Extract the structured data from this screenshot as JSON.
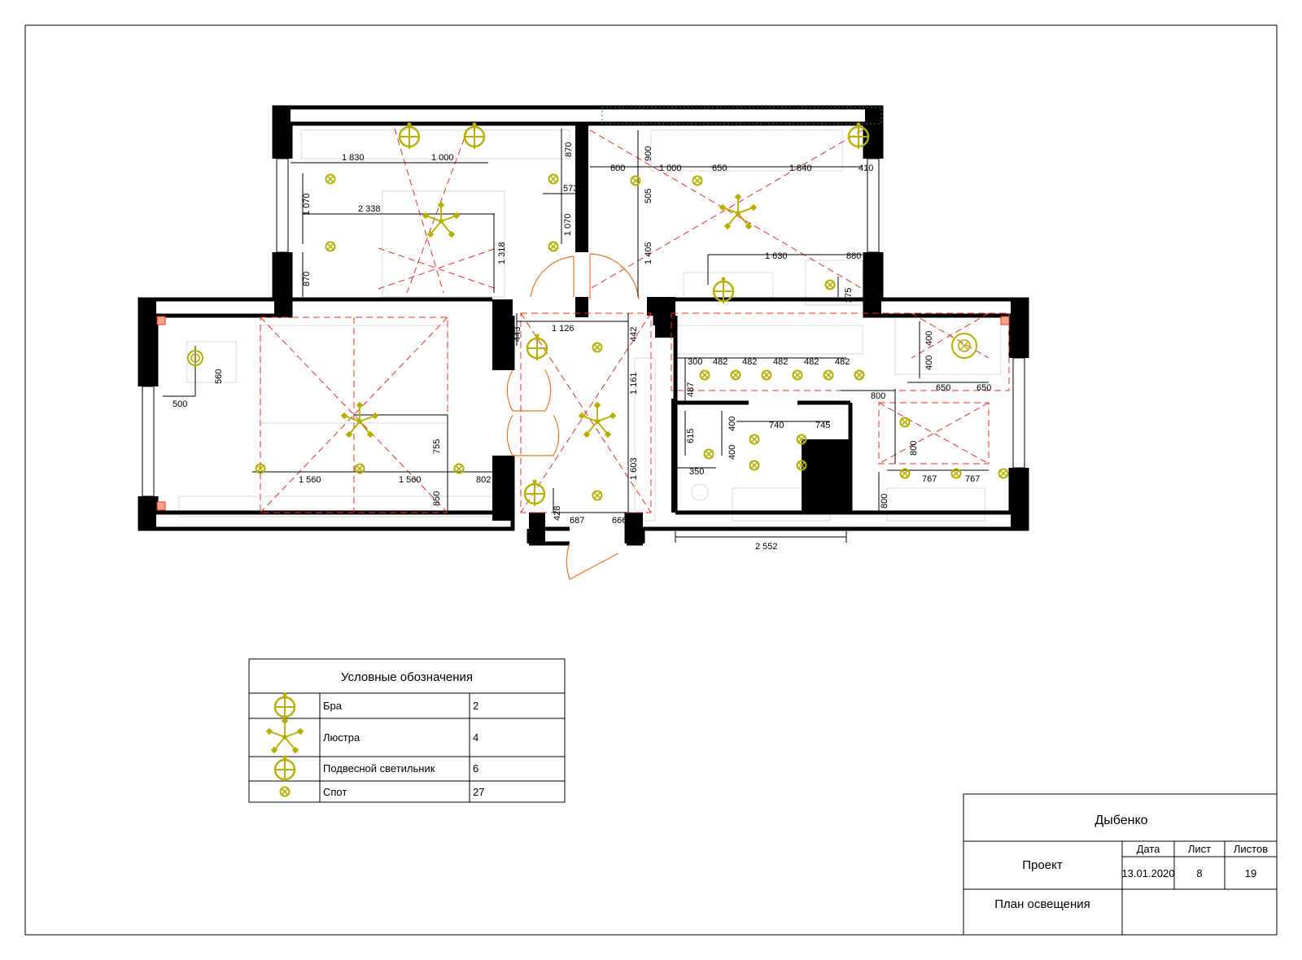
{
  "plan": {
    "dimensions": [
      "1 830",
      "1 000",
      "870",
      "573",
      "1 070",
      "2 338",
      "1 318",
      "1 070",
      "870",
      "600",
      "1 000",
      "650",
      "1 840",
      "410",
      "900",
      "505",
      "1 405",
      "1 630",
      "880",
      "275",
      "560",
      "500",
      "1 560",
      "1 560",
      "802",
      "755",
      "850",
      "443",
      "1 126",
      "442",
      "1 161",
      "1 603",
      "428",
      "687",
      "666",
      "300",
      "482",
      "482",
      "482",
      "482",
      "482",
      "487",
      "615",
      "400",
      "400",
      "740",
      "745",
      "350",
      "800",
      "2 552",
      "400",
      "400",
      "650",
      "650",
      "800",
      "767",
      "767",
      "800"
    ]
  },
  "legend": {
    "title": "Условные обозначения",
    "rows": [
      {
        "name": "Бра",
        "count": "2",
        "icon": "wall-sconce-icon"
      },
      {
        "name": "Люстра",
        "count": "4",
        "icon": "chandelier-icon"
      },
      {
        "name": "Подвесной светильник",
        "count": "6",
        "icon": "pendant-light-icon"
      },
      {
        "name": "Спот",
        "count": "27",
        "icon": "spot-light-icon"
      }
    ]
  },
  "title_block": {
    "author": "Дыбенко",
    "project_label": "Проект",
    "date_header": "Дата",
    "sheet_header": "Лист",
    "sheets_header": "Листов",
    "date": "13.01.2020",
    "sheet": "8",
    "sheets": "19",
    "drawing_title": "План освещения"
  },
  "colors": {
    "wall": "#000000",
    "fixture": "#b5b000",
    "guide": "#e8332a",
    "door": "#e8782a",
    "furniture": "#d9d9d9"
  }
}
